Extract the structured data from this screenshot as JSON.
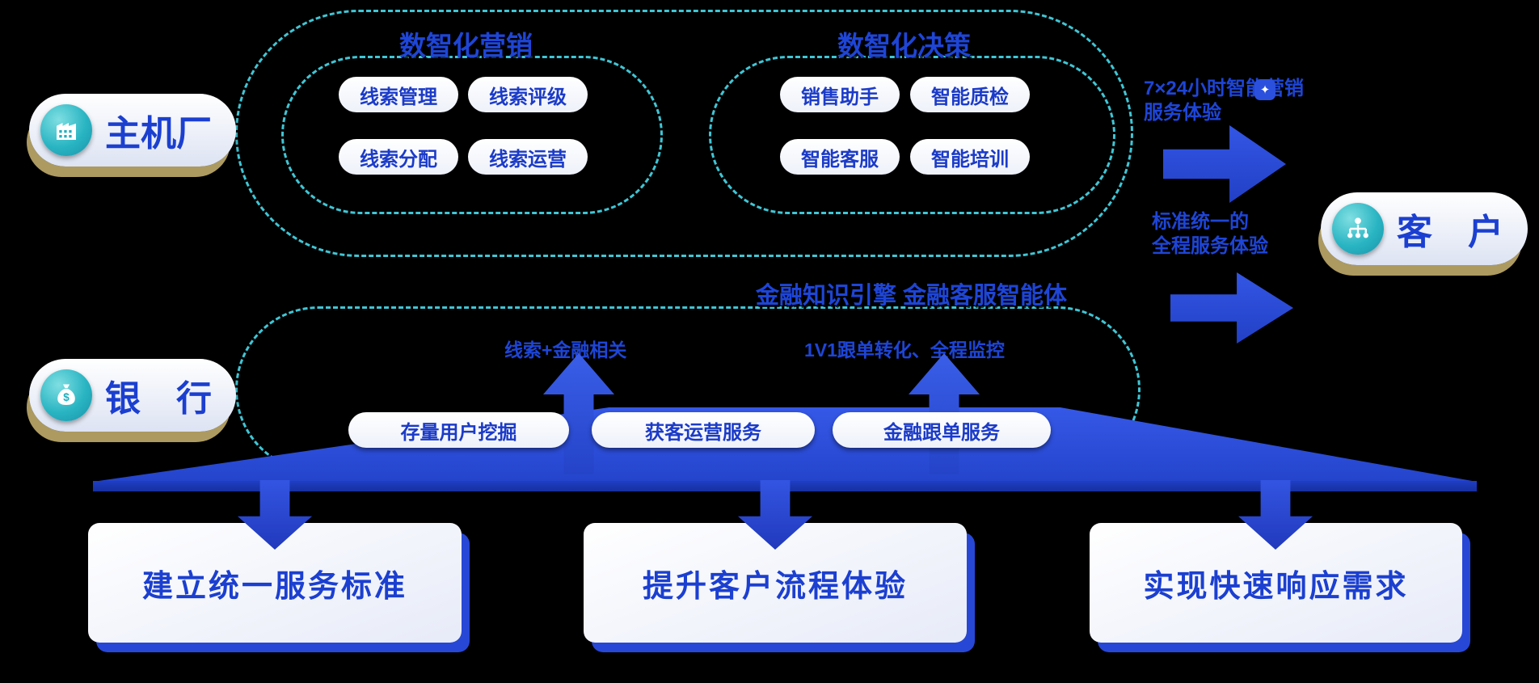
{
  "colors": {
    "background": "#000000",
    "dashed_teal": "#3fc6d5",
    "arrow_blue": "#2b50dd",
    "text_blue": "#1b3fd0",
    "entity_shadow_tan": "#ac9a60",
    "icon_teal": "#2ab5c3"
  },
  "entities": {
    "oem": {
      "label": "主机厂"
    },
    "bank": {
      "label": "银　行"
    },
    "customer": {
      "label": "客　户"
    }
  },
  "top_section": {
    "marketing": {
      "title": "数智化营销",
      "items": [
        "线索管理",
        "线索评级",
        "线索分配",
        "线索运营"
      ]
    },
    "decision": {
      "title": "数智化决策",
      "items": [
        "销售助手",
        "智能质检",
        "智能客服",
        "智能培训"
      ]
    }
  },
  "engine_label": "金融知识引擎  金融客服智能体",
  "bank_section": {
    "left_note": "线索+金融相关",
    "right_note": "1V1跟单转化、全程监控",
    "services": [
      "存量用户挖掘",
      "获客运营服务",
      "金融跟单服务"
    ]
  },
  "flow_arrows": {
    "top": {
      "line1": "7×24小时智能营销",
      "line2": "服务体验",
      "badge": "✦"
    },
    "bottom": {
      "line1": "标准统一的",
      "line2": "全程服务体验"
    }
  },
  "bottom_goals": [
    "建立统一服务标准",
    "提升客户流程体验",
    "实现快速响应需求"
  ]
}
